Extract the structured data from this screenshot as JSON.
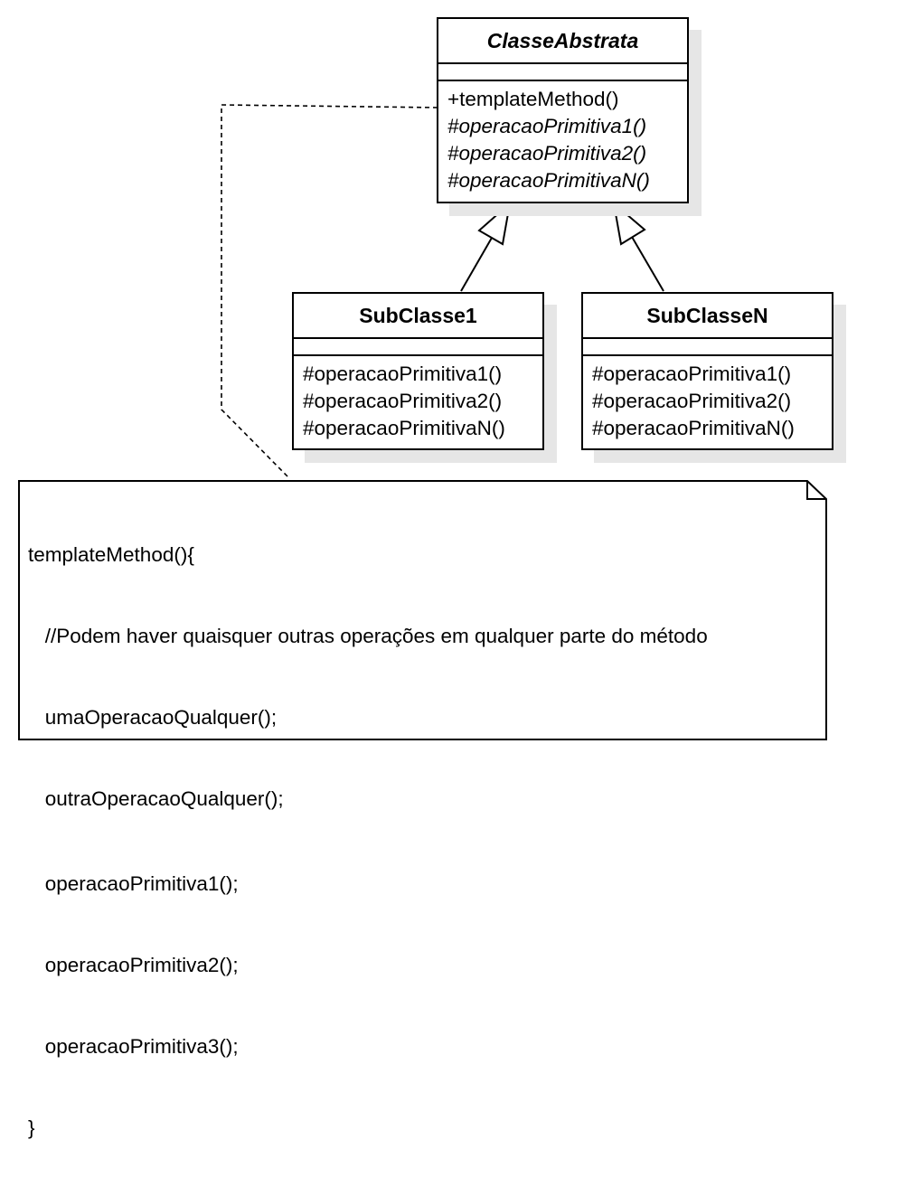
{
  "classes": {
    "abstract_class": {
      "name": "ClasseAbstrata",
      "operations": [
        "+templateMethod()",
        "#operacaoPrimitiva1()",
        "#operacaoPrimitiva2()",
        "#operacaoPrimitivaN()"
      ]
    },
    "subclass_1": {
      "name": "SubClasse1",
      "operations": [
        "#operacaoPrimitiva1()",
        "#operacaoPrimitiva2()",
        "#operacaoPrimitivaN()"
      ]
    },
    "subclass_n": {
      "name": "SubClasseN",
      "operations": [
        "#operacaoPrimitiva1()",
        "#operacaoPrimitiva2()",
        "#operacaoPrimitivaN()"
      ]
    }
  },
  "note": {
    "lines": [
      "templateMethod(){",
      "   //Podem haver quaisquer outras operações em qualquer parte do método",
      "   umaOperacaoQualquer();",
      "   outraOperacaoQualquer();",
      "   operacaoPrimitiva1();",
      "   operacaoPrimitiva2();",
      "   operacaoPrimitiva3();",
      "}"
    ]
  }
}
